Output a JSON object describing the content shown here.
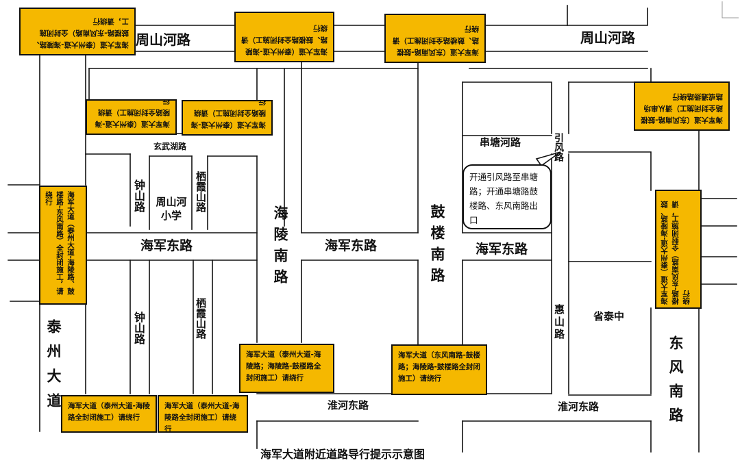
{
  "roads": {
    "zhoushan_he_lu_w": "周山河路",
    "zhoushan_he_lu_e": "周山河路",
    "xuanwu_hu_lu": "玄武湖路",
    "zhongshan_lu_n": "钟山路",
    "zhoushanhe_school": "周山河小学",
    "qixia_lu_n": "栖霞山路",
    "haijun_donglu_w": "海军东路",
    "haijun_donglu_m": "海军东路",
    "haijun_donglu_e": "海军东路",
    "zhongshan_lu_s": "钟山路",
    "qixia_lu_s": "栖霞山路",
    "hailing_nanlu": "海陵南路",
    "gulou_nanlu": "鼓楼南路",
    "chuantang_he_lu": "串塘河路",
    "yinfeng_lu": "引风路",
    "huishan_lu": "惠山路",
    "shengtai_zhong": "省泰中",
    "taizhou_dadao": "泰州大道",
    "dongfeng_nanlu": "东风南路",
    "huaihe_donglu_w": "淮河东路",
    "huaihe_donglu_e": "淮河东路"
  },
  "signs": {
    "topleft": "海军大道（泰州大道-海陵路、鼓楼路-东风南路）全封闭施工，请绕行",
    "top_mid": "海军大道（泰州大道-海陵路、鼓楼路全封闭施工）请绕行",
    "top_right": "海军大道（东风南路-鼓楼路、鼓楼路全封闭施工）请绕行",
    "mid_left_a": "海军大道（泰州大道-海陵路全封闭施工）请绕行",
    "mid_left_b": "海军大道（泰州大道-海陵路全封闭施工）请绕行",
    "far_right_top": "海军大道（东风南路-鼓楼路全封闭施工）请从串场路或通扬路绕行",
    "left_vertical": "海军大道（泰州大道-海陵路、鼓楼路-东风南路）全封闭施工，请绕行",
    "right_vertical": "海军大道（泰州大道-海陵路、鼓楼路-东风南路）全封闭施工，请绕行",
    "bottom_hailing": "海军大道（泰州大道-海陵路；海陵路-鼓楼路全封闭施工）请绕行",
    "bottom_gulou": "海军大道（东风南路-鼓楼路；海陵路-鼓楼路全封闭施工）请绕行",
    "bottom_left_a": "海军大道（泰州大道-海陵路全封闭施工）请绕行",
    "bottom_left_b": "海军大道（泰州大道-海陵路全封闭施工）请绕行"
  },
  "callout": "开通引风路至串塘路；开通串塘路鼓楼路、东风南路出口",
  "footer": "海军大道附近道路导行提示示意图",
  "colors": {
    "sign_fill": "#f5b800",
    "road_line": "#111111"
  }
}
